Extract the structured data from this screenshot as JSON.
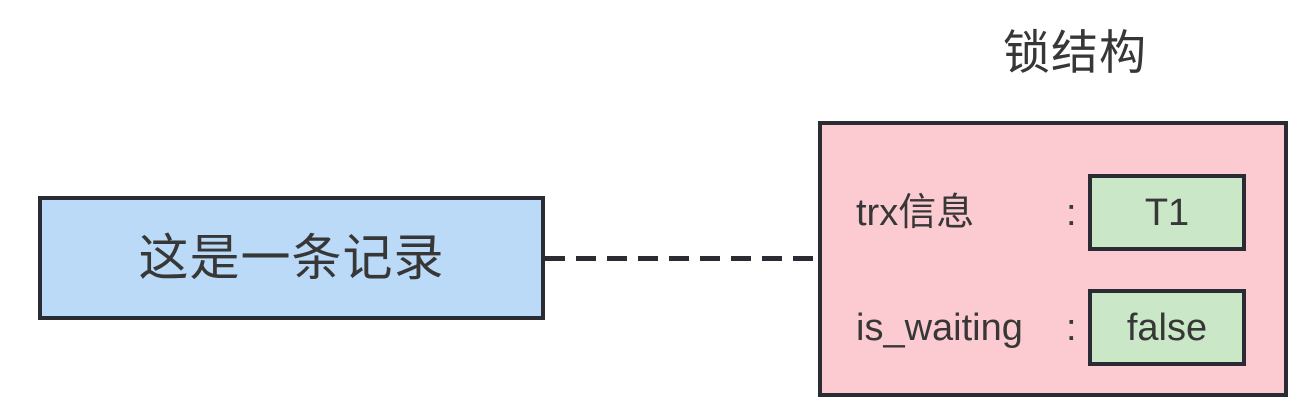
{
  "diagram": {
    "title": "锁结构",
    "record": {
      "label": "这是一条记录"
    },
    "connector": {
      "style": "dashed",
      "color": "#2b2b33"
    },
    "lock_structure": {
      "fields": [
        {
          "name": "trx信息",
          "separator": ":",
          "value": "T1"
        },
        {
          "name": "is_waiting",
          "separator": ":",
          "value": "false"
        }
      ]
    },
    "colors": {
      "record_fill": "#badaf8",
      "lock_fill": "#fccbd1",
      "value_fill": "#cae7c7",
      "stroke": "#2b2b33",
      "text": "#373737",
      "background": "#ffffff"
    }
  }
}
